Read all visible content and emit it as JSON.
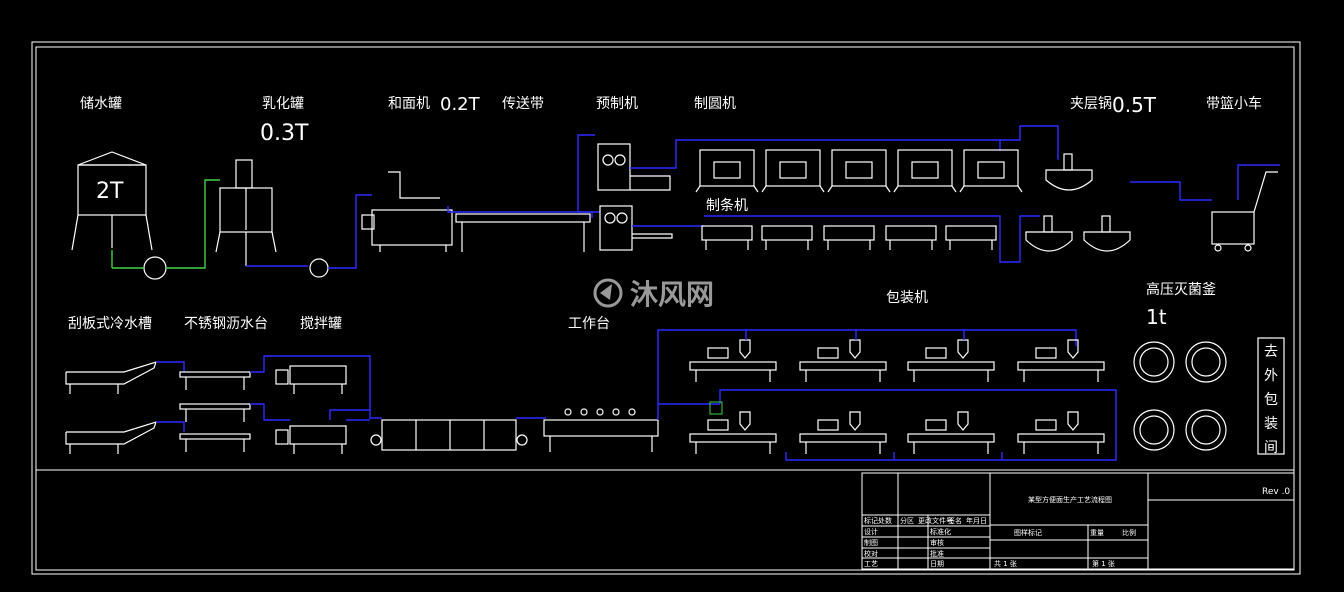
{
  "labels": {
    "water_tank": "储水罐",
    "water_tank_cap": "2T",
    "emulsion_tank": "乳化罐",
    "emulsion_cap": "0.3T",
    "mixer": "和面机",
    "mixer_cap": "0.2T",
    "conveyor": "传送带",
    "premaker": "预制机",
    "ball_maker": "制圆机",
    "strip_maker": "制条机",
    "jacket_kettle": "夹层锅",
    "jacket_cap": "0.5T",
    "basket_cart": "带篮小车",
    "scraper_tank": "刮板式冷水槽",
    "drain_table": "不锈钢沥水台",
    "stir_tank": "搅拌罐",
    "workbench": "工作台",
    "packer": "包装机",
    "sterilizer": "高压灭菌釜",
    "sterilizer_cap": "1t",
    "outer_pack": "去外包装间"
  },
  "watermark": "沐风网",
  "title_block": {
    "drawing_title": "某型方便面生产工艺流程图",
    "rev": "Rev .0",
    "rows": [
      "标记",
      "设计",
      "制图",
      "校对",
      "工艺"
    ],
    "cols": [
      "处数",
      "分区",
      "更改文件号",
      "签名",
      "年月日"
    ],
    "mid_col": [
      "标准化",
      "审核",
      "批准",
      "日期"
    ],
    "stage": "图样标记",
    "weight": "重量",
    "scale": "比例",
    "sheet_total": "共 1 张",
    "sheet_no": "第 1 张"
  },
  "colors": {
    "pipe": "#2b2bff",
    "pipe_green": "#3fd13f",
    "line": "#ffffff",
    "bg": "#000000"
  }
}
